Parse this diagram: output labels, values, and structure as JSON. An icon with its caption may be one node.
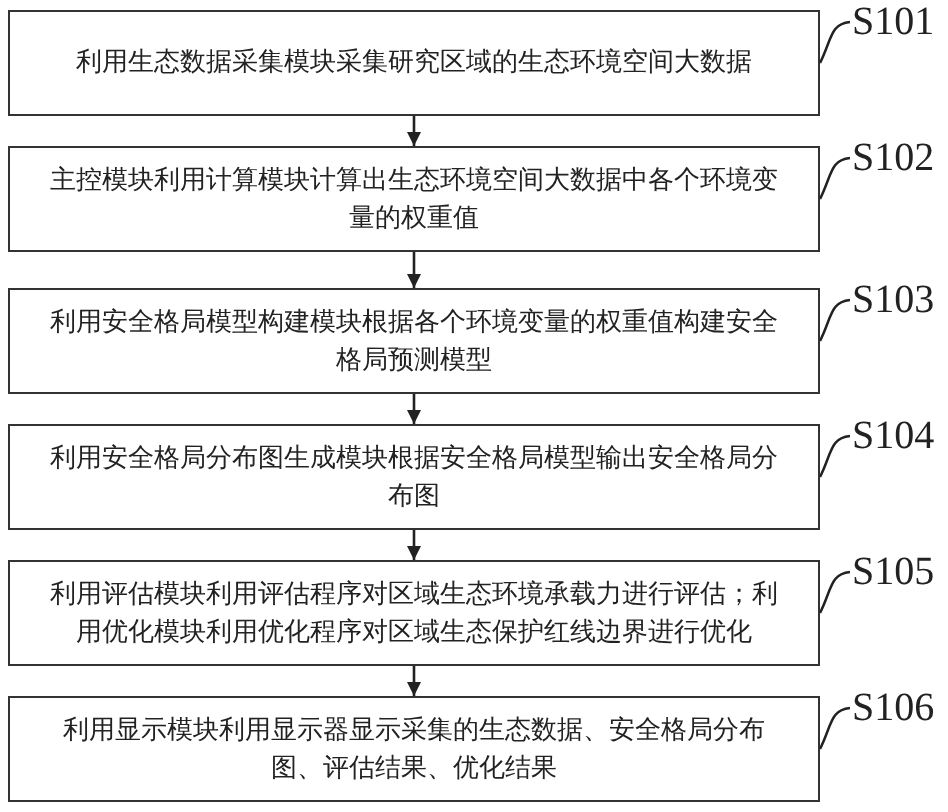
{
  "diagram": {
    "nodes": [
      {
        "text": [
          "利用生态数据采集模块采集研究区域的生态环境空间大数据"
        ]
      },
      {
        "text": [
          "主控模块利用计算模块计算出生态环境空间大数据中各个环境变量的权重值"
        ]
      },
      {
        "text": [
          "利用安全格局模型构建模块根据各个环境变量的权重值构建安全格局预测模型"
        ]
      },
      {
        "text": [
          "利用安全格局分布图生成模块根据安全格局模型输出安全格局分布图"
        ]
      },
      {
        "text": [
          "利用评估模块利用评估程序对区域生态环境承载力进行评估；利用优化模块利用优化程序对区域生态保护红线边界进行优化"
        ]
      },
      {
        "text": [
          "利用显示模块利用显示器显示采集的生态数据、安全格局分布图、评估结果、优化结果"
        ]
      },
      {
        "text": [
          "S101"
        ]
      },
      {
        "text": [
          "S102"
        ]
      },
      {
        "text": [
          "S103"
        ]
      },
      {
        "text": [
          "S104"
        ]
      },
      {
        "text": [
          "S105"
        ]
      },
      {
        "text": [
          "S106"
        ]
      }
    ],
    "edges": [
      {
        "from": 0,
        "to": 1,
        "arrow": "to"
      },
      {
        "from": 1,
        "to": 2,
        "arrow": "to"
      },
      {
        "from": 2,
        "to": 3,
        "arrow": "to"
      },
      {
        "from": 3,
        "to": 4,
        "arrow": "to"
      },
      {
        "from": 4,
        "to": 5,
        "arrow": "to"
      },
      {
        "from": 6,
        "to": 0,
        "arrow": "none"
      },
      {
        "from": 7,
        "to": 1,
        "arrow": "none"
      },
      {
        "from": 8,
        "to": 2,
        "arrow": "none"
      },
      {
        "from": 9,
        "to": 3,
        "arrow": "none"
      },
      {
        "from": 10,
        "to": 4,
        "arrow": "none"
      },
      {
        "from": 11,
        "to": 5,
        "arrow": "none"
      }
    ]
  }
}
